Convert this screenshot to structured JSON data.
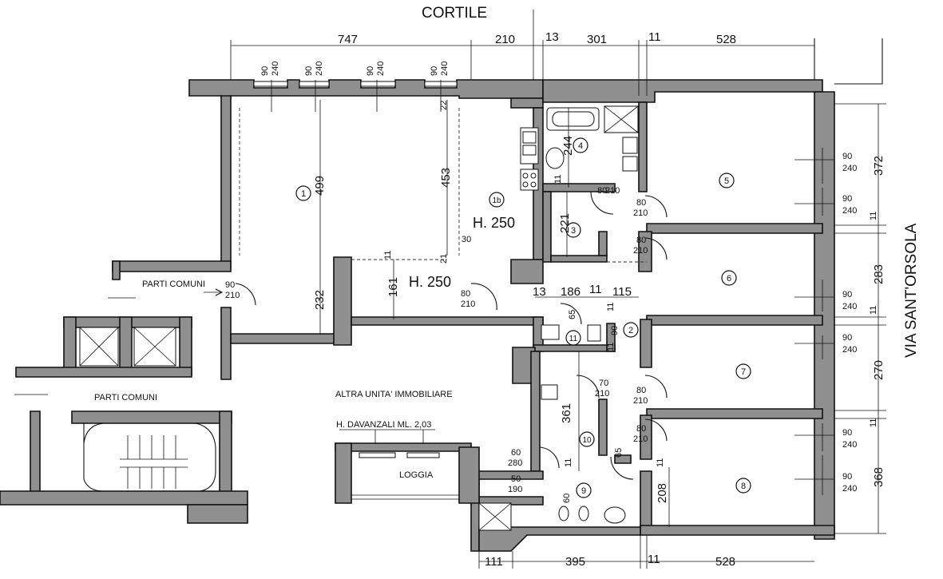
{
  "labels": {
    "cortile": "CORTILE",
    "via": "VIA SANT'ORSOLA",
    "parti_comuni_1": "PARTI COMUNI",
    "parti_comuni_2": "PARTI COMUNI",
    "altra_unita": "ALTRA UNITA' IMMOBILIARE",
    "davanzali": "H. DAVANZALI ML. 2,03",
    "loggia": "LOGGIA",
    "h250_a": "H. 250",
    "h250_b": "H. 250"
  },
  "rooms": [
    "1",
    "1b",
    "2",
    "3",
    "4",
    "5",
    "6",
    "7",
    "8",
    "9",
    "10",
    "11"
  ],
  "dims": {
    "top_747": "747",
    "top_210": "210",
    "top_13": "13",
    "top_301": "301",
    "top_11a": "11",
    "top_528": "528",
    "bot_111": "111",
    "bot_395": "395",
    "bot_11": "11",
    "bot_528": "528",
    "r_372": "372",
    "r_11a": "11",
    "r_283": "283",
    "r_11b": "11",
    "r_270": "270",
    "r_11c": "11",
    "r_368": "368",
    "d499": "499",
    "d453": "453",
    "d232": "232",
    "d161": "161",
    "d221": "221",
    "d244": "244",
    "d361": "361",
    "d208": "208",
    "d30": "30",
    "d21": "21",
    "d22": "22",
    "d11_161": "11",
    "d11_k": "11",
    "i13": "13",
    "i186": "186",
    "i11": "11",
    "i115": "115",
    "i65a": "65",
    "i11b": "11",
    "i11c": "11",
    "i90": "90",
    "i11d": "11",
    "i65b": "65",
    "i11e": "11",
    "w_90": "90",
    "w_240": "240",
    "w_210": "210",
    "d80": "80",
    "d70": "70",
    "d60": "60",
    "d50": "50",
    "d190": "190",
    "d280": "280",
    "v60": "60"
  }
}
